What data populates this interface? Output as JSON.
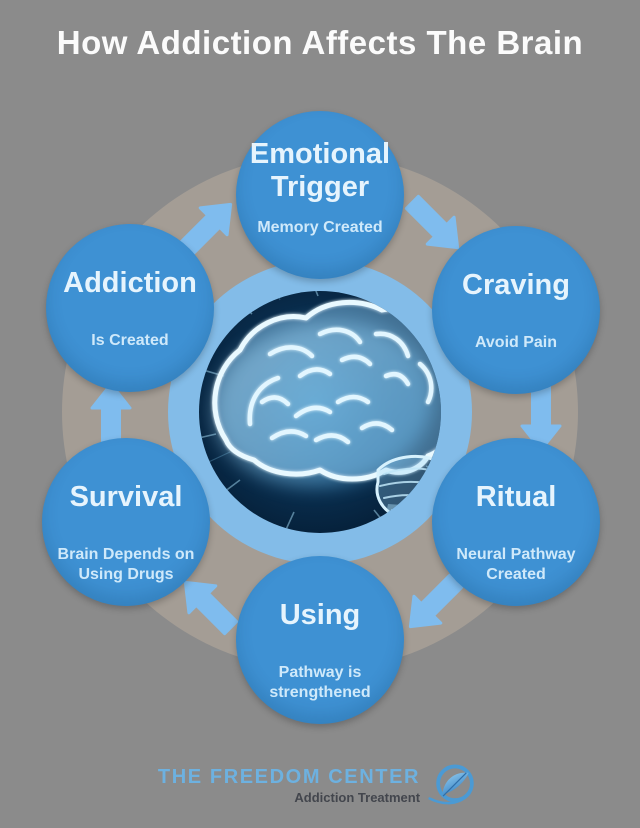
{
  "title": "How Addiction Affects The Brain",
  "cycle": {
    "nodes": [
      {
        "id": "emotional-trigger",
        "label": "Emotional Trigger",
        "sublabel": "Memory Created"
      },
      {
        "id": "craving",
        "label": "Craving",
        "sublabel": "Avoid Pain"
      },
      {
        "id": "ritual",
        "label": "Ritual",
        "sublabel": "Neural Pathway Created"
      },
      {
        "id": "using",
        "label": "Using",
        "sublabel": "Pathway is strengthened"
      },
      {
        "id": "survival",
        "label": "Survival",
        "sublabel": "Brain Depends on Using Drugs"
      },
      {
        "id": "addiction",
        "label": "Addiction",
        "sublabel": "Is Created"
      }
    ],
    "flow": [
      {
        "from": "emotional-trigger",
        "to": "craving"
      },
      {
        "from": "craving",
        "to": "ritual"
      },
      {
        "from": "ritual",
        "to": "using"
      },
      {
        "from": "using",
        "to": "survival"
      },
      {
        "from": "survival",
        "to": "addiction"
      },
      {
        "from": "addiction",
        "to": "emotional-trigger"
      }
    ]
  },
  "center_image": "glowing-brain-photo",
  "footer": {
    "brand": "THE FREEDOM CENTER",
    "tagline": "Addiction Treatment"
  },
  "colors": {
    "background": "#8b8b8b",
    "cycle_ring": "#a49d95",
    "node_fill": "#3e91d3",
    "arrow": "#7fbcee",
    "brain_ring": "#83bce8",
    "brand_text": "#6db1e0",
    "tagline_text": "#43464d",
    "title_text": "#fbfbfb"
  }
}
